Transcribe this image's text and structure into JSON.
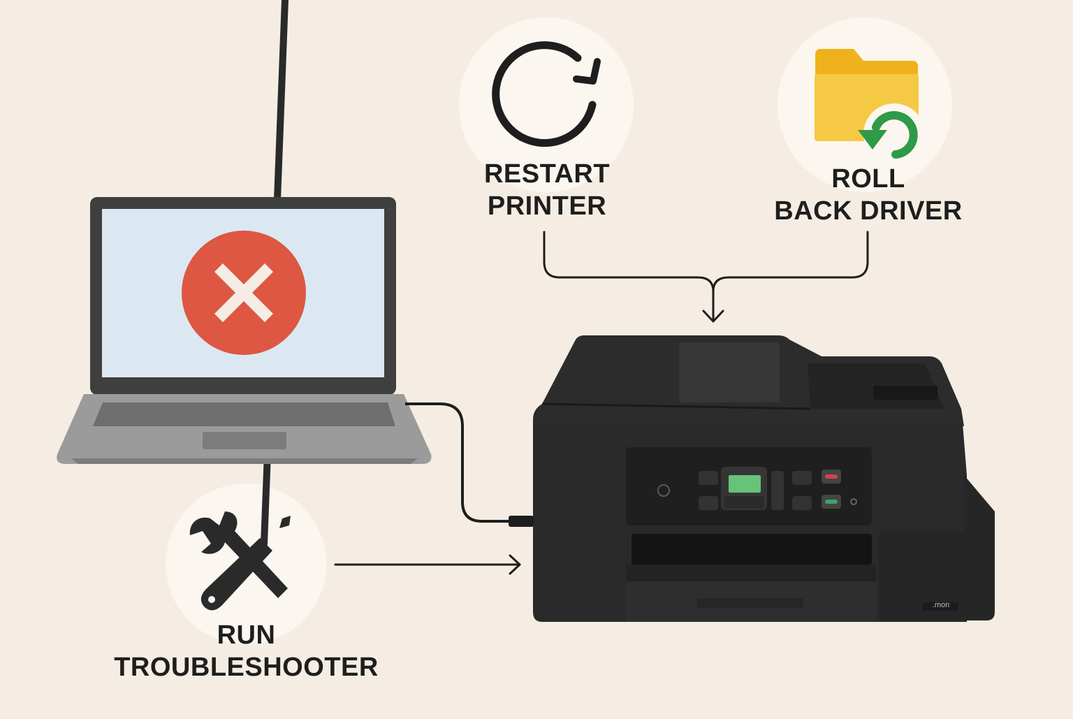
{
  "steps": {
    "restart": {
      "line1": "RESTART",
      "line2": "PRINTER",
      "icon": "refresh-icon"
    },
    "rollback": {
      "line1": "ROLL",
      "line2": "BACK DRIVER",
      "icon": "folder-restore-icon"
    },
    "troubleshoot": {
      "line1": "RUN",
      "line2": "TROUBLESHOOTER",
      "icon": "tools-icon"
    }
  },
  "laptop": {
    "status_icon": "error-x-icon"
  },
  "printer": {
    "brand": ".mon"
  },
  "colors": {
    "background": "#f5ede3",
    "badge": "#fbf6ef",
    "error_red": "#dd5743",
    "folder_yellow": "#f6c945",
    "restore_green": "#2f9a48",
    "printer_body": "#2a2a2a",
    "lcd_green": "#67c27a"
  }
}
